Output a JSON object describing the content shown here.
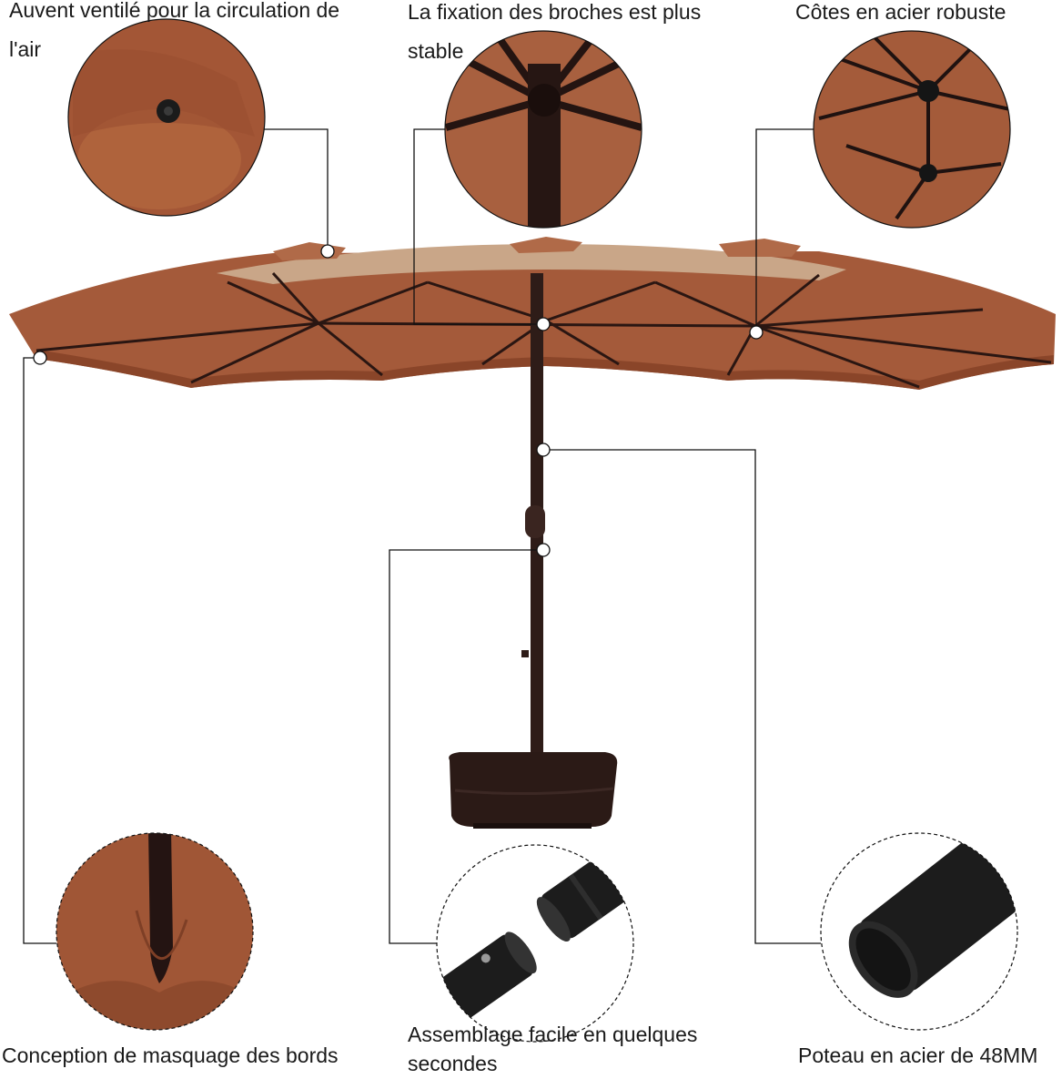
{
  "callouts": {
    "vent": "Auvent ventilé pour la circulation de l'air",
    "pins": "La fixation des broches est plus stable",
    "ribs": "Côtes en acier robuste",
    "edge": "Conception de masquage des bords",
    "assembly": "Assemblage facile en quelques secondes",
    "pole": "Poteau en acier de 48MM"
  },
  "colors": {
    "canopy": "#a45a3a",
    "canopy_top": "#c9a688",
    "frame": "#2a1612",
    "base": "#2b1a16",
    "pole_black": "#1c1c1c",
    "leader": "#111111"
  }
}
